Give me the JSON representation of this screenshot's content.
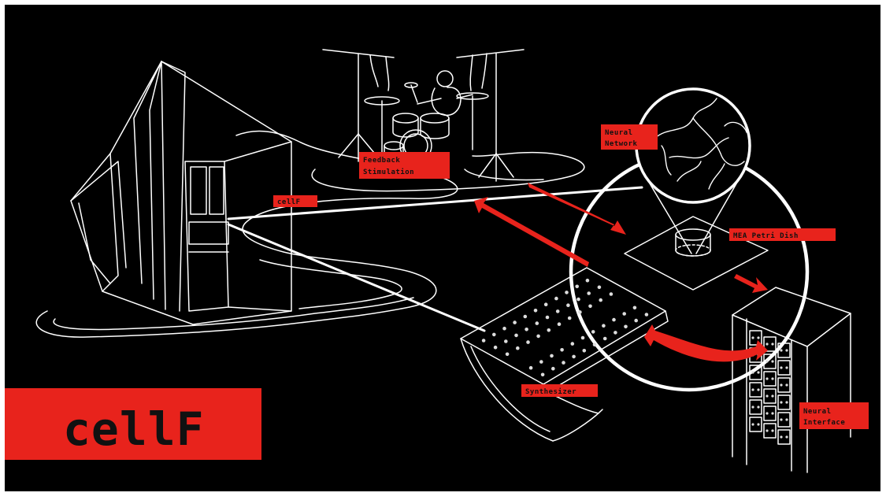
{
  "colors": {
    "background": "#000000",
    "frame": "#ffffff",
    "line": "#ffffff",
    "accent": "#e8231c",
    "label_text": "#111111"
  },
  "logo": {
    "text": "cellF"
  },
  "labels": {
    "feedback_line1": "Feedback",
    "feedback_line2": "Stimulation",
    "cellf": "cellF",
    "neural_network_line1": "Neural",
    "neural_network_line2": "Network",
    "mea": "MEA Petri Dish",
    "synthesizer": "Synthesizer",
    "neural_interface_line1": "Neural",
    "neural_interface_line2": "Interface"
  },
  "icons": [
    "speaker-cone-icon",
    "drummer-icon",
    "microscope-lens-icon",
    "synthesizer-icon",
    "server-rack-icon"
  ]
}
